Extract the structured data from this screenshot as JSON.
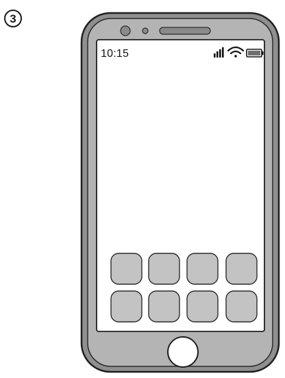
{
  "step_marker": "3",
  "status_bar": {
    "time": "10:15"
  },
  "icons": {
    "signal": "signal-bars-icon",
    "wifi": "wifi-icon",
    "battery": "battery-icon",
    "home": "home-button"
  },
  "app_grid": {
    "rows": 2,
    "columns": 4
  },
  "colors": {
    "phone_body": "#8f8f8f",
    "phone_inner": "#b4b4b4",
    "screen": "#ffffff",
    "app_tile": "#c3c3c3",
    "outline": "#1f1f1f"
  }
}
